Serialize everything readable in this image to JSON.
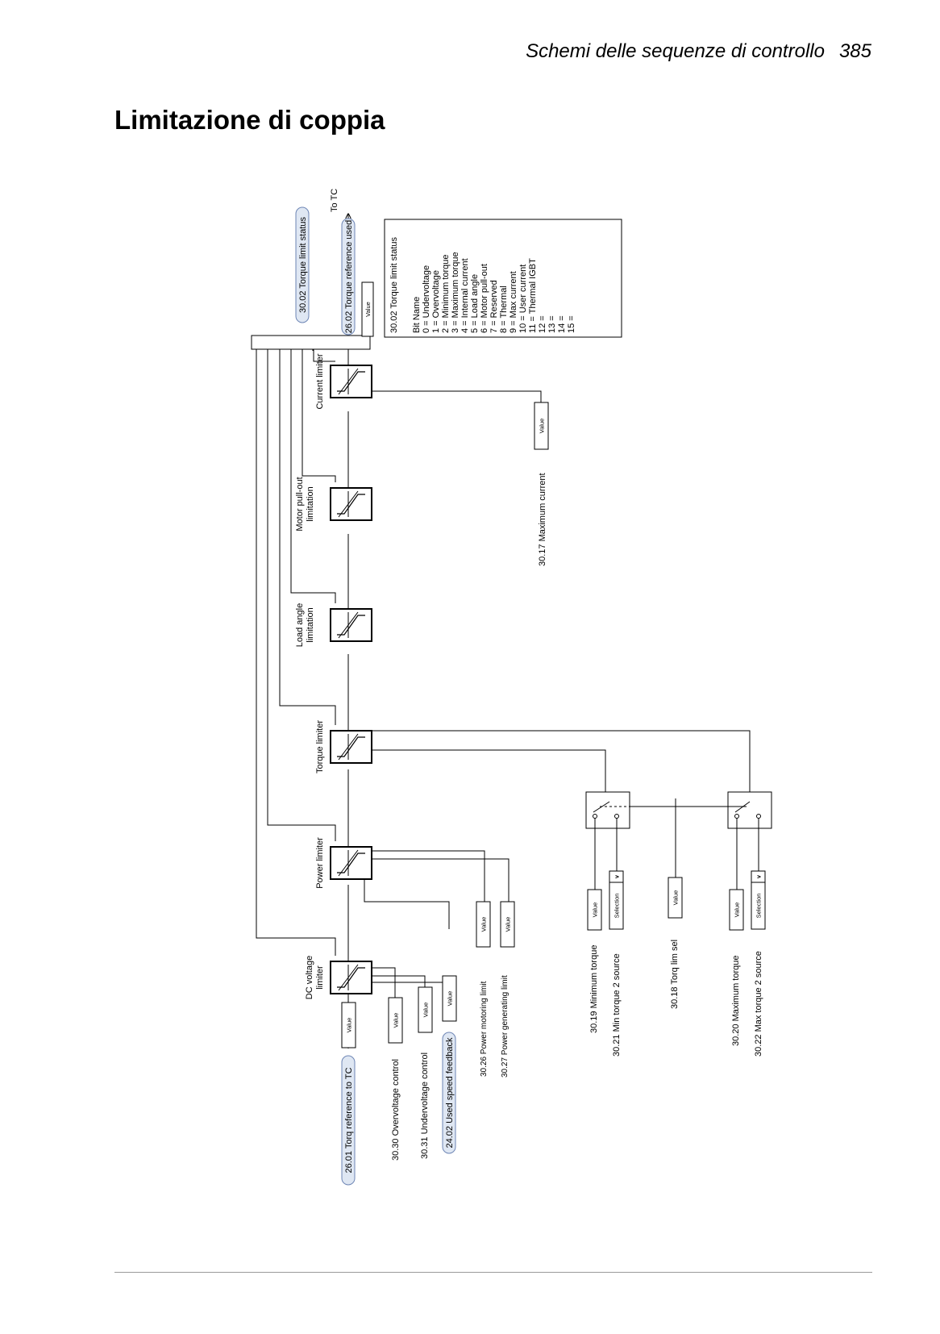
{
  "header": {
    "section_title": "Schemi delle sequenze di controllo",
    "page_number": "385"
  },
  "page": {
    "title": "Limitazione di coppia"
  },
  "diagram": {
    "output_signal": {
      "name": "26.02 Torque reference used",
      "value_label": "Value"
    },
    "status_signal": {
      "name": "30.02 Torque limit status"
    },
    "to_tc": "To TC",
    "limiter_blocks": [
      {
        "lines": [
          "DC voltage",
          "limiter"
        ]
      },
      {
        "lines": [
          "Power limiter"
        ]
      },
      {
        "lines": [
          "Torque limiter"
        ]
      },
      {
        "lines": [
          "Load angle",
          "limitation"
        ]
      },
      {
        "lines": [
          "Motor pull-out",
          "limitation"
        ]
      },
      {
        "lines": [
          "Current limiter"
        ]
      }
    ],
    "inputs": [
      {
        "name": "26.01 Torq reference to TC",
        "value_label": "Value"
      },
      {
        "name": "30.30 Overvoltage control",
        "value_label": "Value"
      },
      {
        "name": "30.31 Undervoltage control",
        "value_label": "Value"
      },
      {
        "name": "24.02 Used speed feedback",
        "value_label": "Value"
      },
      {
        "name": "30.26 Power motoring limit",
        "value_label": "Value"
      },
      {
        "name": "30.27 Power generating limit",
        "value_label": "Value"
      },
      {
        "name": "30.19 Minimum torque",
        "value_label": "Value"
      },
      {
        "name": "30.21 Min torque 2 source",
        "value_label": "Selection",
        "arrow": "v"
      },
      {
        "name": "30.18 Torq lim sel",
        "value_label": "Value"
      },
      {
        "name": "30.20 Maximum torque",
        "value_label": "Value"
      },
      {
        "name": "30.22 Max torque 2 source",
        "value_label": "Selection",
        "arrow": "v"
      },
      {
        "name": "30.17 Maximum current",
        "value_label": "Value"
      }
    ],
    "legend": {
      "title": "30.02 Torque limit status",
      "header": "Bit  Name",
      "bits": [
        "0 = Undervoltage",
        "1 = Overvoltage",
        "2 = Minimum torque",
        "3 = Maximum torque",
        "4 = Internal current",
        "5 = Load angle",
        "6 = Motor pull-out",
        "7 = Reserved",
        "8 = Thermal",
        "9 = Max current",
        "10 = User current",
        "11 = Thermal IGBT",
        "12 =",
        "13 =",
        "14 =",
        "15 ="
      ]
    }
  }
}
